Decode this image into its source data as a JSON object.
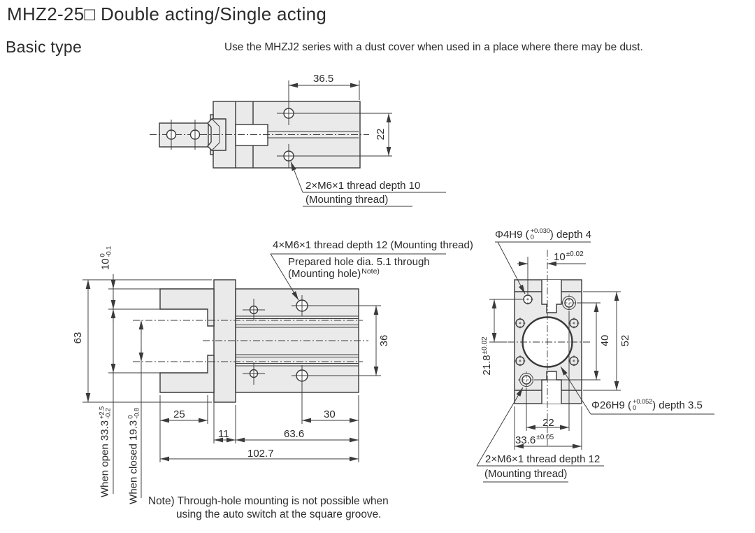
{
  "page": {
    "title": "MHZ2-25□ Double acting/Single acting",
    "subtitle": "Basic type",
    "dust_note": "Use the MHZJ2 series with a dust cover when used in a place where there may be dust.",
    "note_line1": "Note) Through-hole mounting is not possible when",
    "note_line2": "using the auto switch at the square groove."
  },
  "colors": {
    "line": "#3a3a3a",
    "part_fill": "#eaeaea",
    "background": "#ffffff"
  },
  "side_view": {
    "dim_36_5": "36.5",
    "dim_22": "22",
    "thread_callout_line1": "2×M6×1 thread depth 10",
    "thread_callout_line2": "(Mounting thread)"
  },
  "front_view": {
    "dim_10": "10",
    "dim_10_tol_upper": "0",
    "dim_10_tol_lower": "-0.1",
    "dim_63": "63",
    "mounting_thread_callout": "4×M6×1 thread depth 12 (Mounting thread)",
    "prepared_hole_line1": "Prepared hole dia. 5.1 through",
    "prepared_hole_line2": "(Mounting hole)",
    "prepared_hole_note_ref": "Note)",
    "dim_36": "36",
    "dim_25": "25",
    "dim_11": "11",
    "dim_63_6": "63.6",
    "dim_102_7": "102.7",
    "dim_30": "30",
    "when_open_label": "When open 33.3",
    "when_open_tol_upper": "+2.5",
    "when_open_tol_lower": "-0.2",
    "when_closed_label": "When closed 19.3",
    "when_closed_tol_upper": "0",
    "when_closed_tol_lower": "-0.8"
  },
  "end_view": {
    "pin_hole_callout_prefix": "Φ4H9 (",
    "pin_hole_tol_upper": "+0.030",
    "pin_hole_tol_lower": "0",
    "pin_hole_callout_suffix": ") depth 4",
    "dim_10": "10",
    "dim_10_tol": "±0.02",
    "dim_21_8": "21.8",
    "dim_21_8_tol": "±0.02",
    "dim_40": "40",
    "dim_52": "52",
    "bore_callout_prefix": "Φ26H9 (",
    "bore_tol_upper": "+0.052",
    "bore_tol_lower": "0",
    "bore_callout_suffix": ") depth 3.5",
    "dim_22": "22",
    "dim_33_6": "33.6",
    "dim_33_6_tol": "±0.05",
    "thread_callout_line1": "2×M6×1 thread depth 12",
    "thread_callout_line2": "(Mounting thread)"
  }
}
